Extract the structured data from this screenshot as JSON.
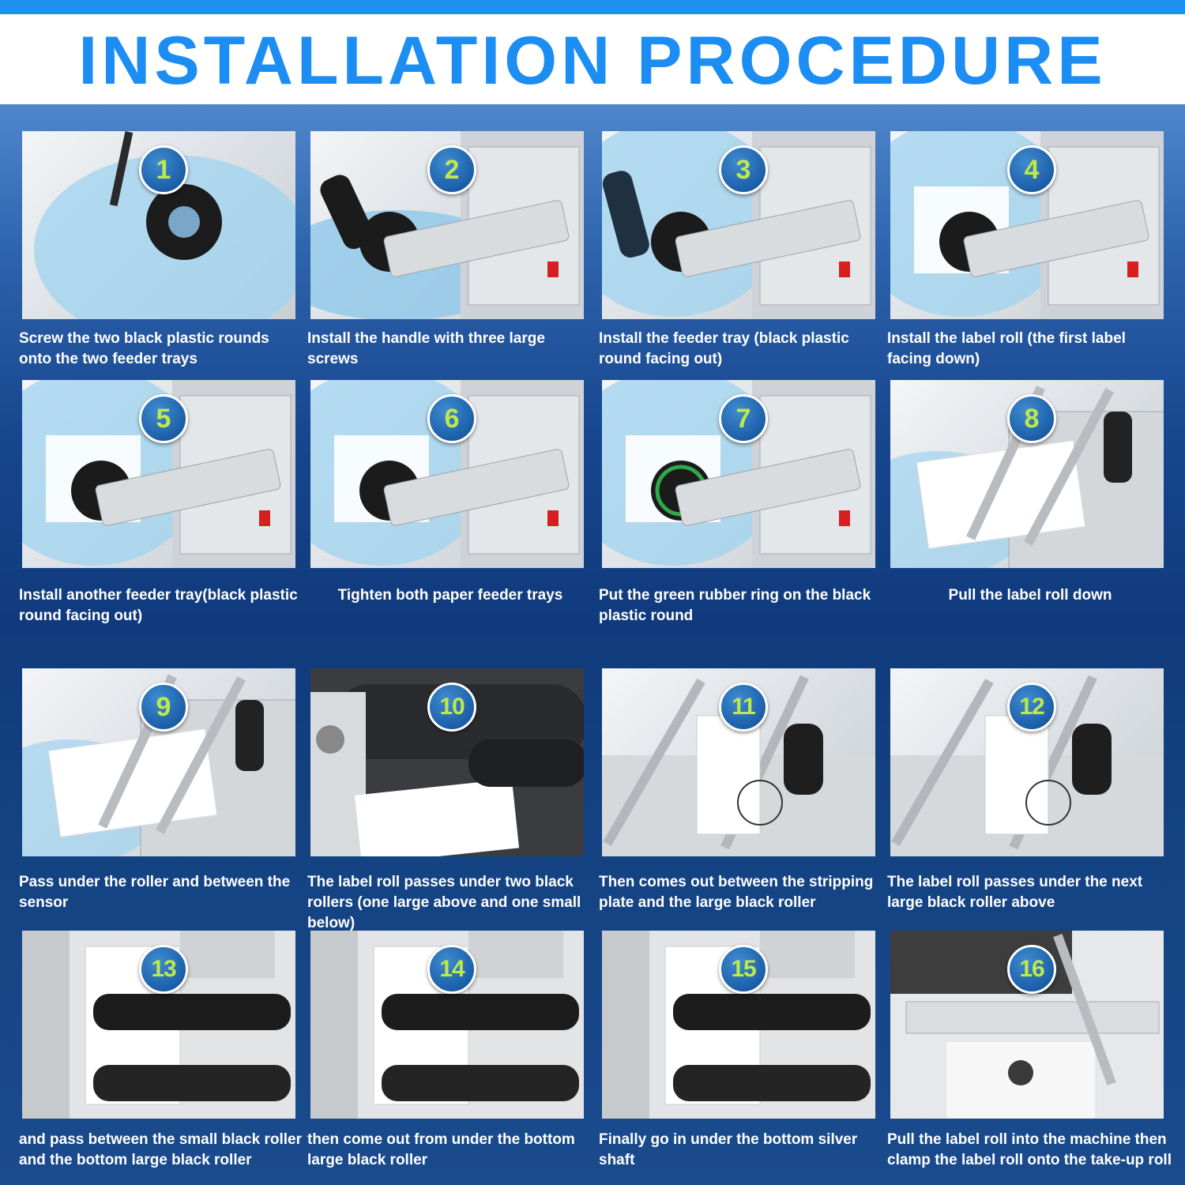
{
  "title": "INSTALLATION PROCEDURE",
  "colors": {
    "title": "#1c8df2",
    "panel_top": "#4f86cc",
    "panel_dark": "#103a7d",
    "badge": "#1b5fa8",
    "badge_number": "#bfe94a",
    "caption": "#ffffff"
  },
  "steps": [
    {
      "number": "1",
      "caption": "Screw the two black plastic rounds onto the two feeder trays"
    },
    {
      "number": "2",
      "caption": "Install the handle with three large screws"
    },
    {
      "number": "3",
      "caption": "Install the feeder tray (black plastic round facing out)"
    },
    {
      "number": "4",
      "caption": "Install the label roll (the first label facing down)"
    },
    {
      "number": "5",
      "caption": "Install another feeder tray(black plastic round facing out)"
    },
    {
      "number": "6",
      "caption": "Tighten both paper feeder trays"
    },
    {
      "number": "7",
      "caption": "Put the green rubber ring on the black plastic round"
    },
    {
      "number": "8",
      "caption": "Pull the label roll down"
    },
    {
      "number": "9",
      "caption": "Pass under the roller and between the sensor"
    },
    {
      "number": "10",
      "caption": "The label roll passes under two black rollers (one large above and one small below)"
    },
    {
      "number": "11",
      "caption": "Then comes out between the stripping plate and the large black roller"
    },
    {
      "number": "12",
      "caption": "The label roll passes under the next large black roller above"
    },
    {
      "number": "13",
      "caption": "and pass between the small black roller and the bottom large black roller"
    },
    {
      "number": "14",
      "caption": "then come out from under the bottom large black roller"
    },
    {
      "number": "15",
      "caption": "Finally go in under the bottom silver shaft"
    },
    {
      "number": "16",
      "caption": "Pull the label roll into the machine then clamp the label roll onto the take-up roll"
    }
  ]
}
